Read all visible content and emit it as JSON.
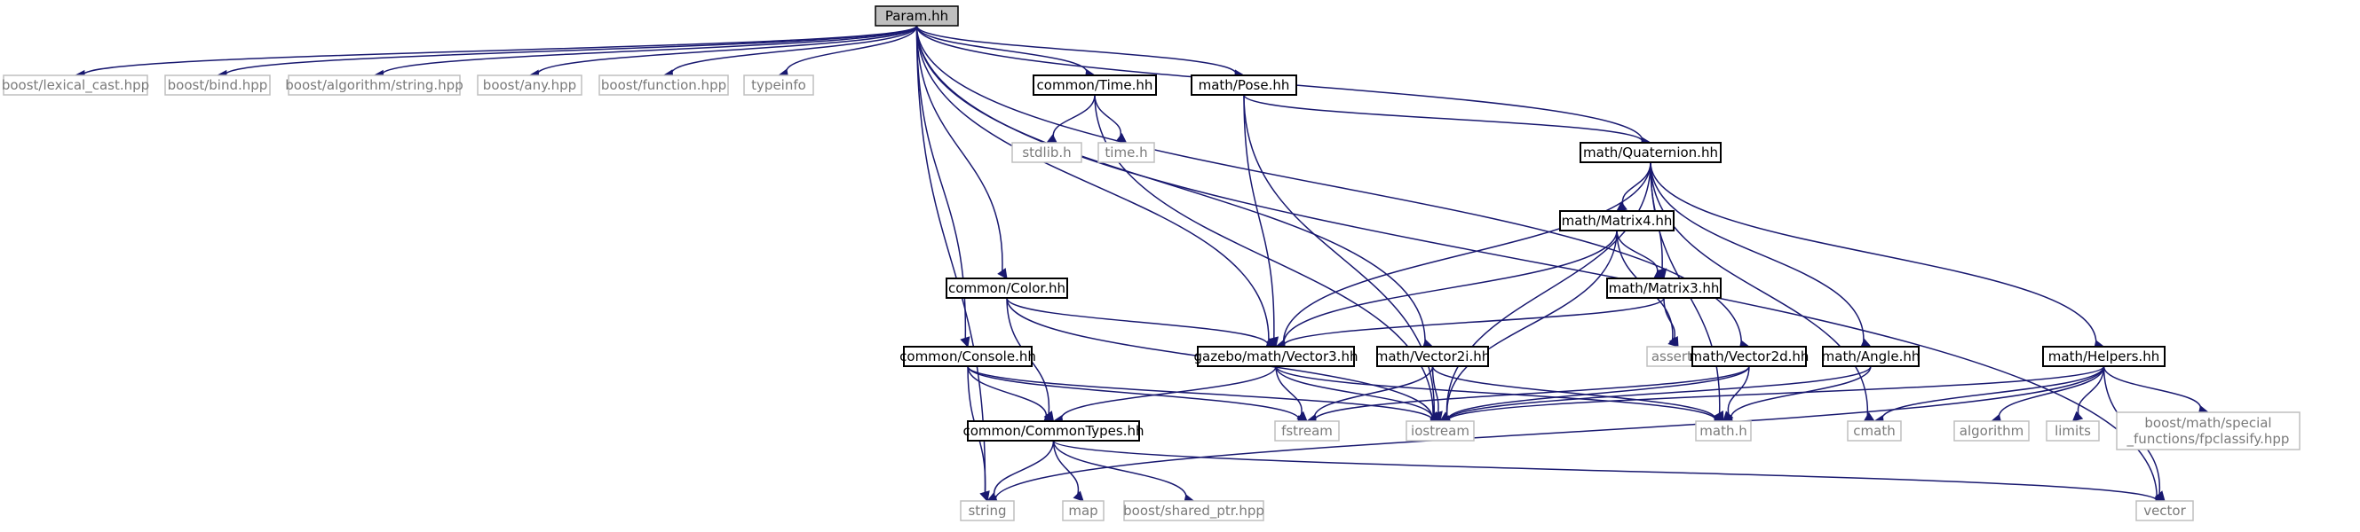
{
  "diagram": {
    "type": "include-dependency-graph",
    "colors": {
      "edge": "#191970",
      "root_fill": "#bfbfbf",
      "local_border": "#000000",
      "external_border": "#bfbfbf",
      "external_text": "#7a7a7a"
    },
    "nodes": [
      {
        "id": "param",
        "label": "Param.hh",
        "kind": "root"
      },
      {
        "id": "lexical_cast",
        "label": "boost/lexical_cast.hpp",
        "kind": "external"
      },
      {
        "id": "bind",
        "label": "boost/bind.hpp",
        "kind": "external"
      },
      {
        "id": "alg_string",
        "label": "boost/algorithm/string.hpp",
        "kind": "external"
      },
      {
        "id": "any",
        "label": "boost/any.hpp",
        "kind": "external"
      },
      {
        "id": "function",
        "label": "boost/function.hpp",
        "kind": "external"
      },
      {
        "id": "typeinfo",
        "label": "typeinfo",
        "kind": "external"
      },
      {
        "id": "time",
        "label": "common/Time.hh",
        "kind": "local"
      },
      {
        "id": "pose",
        "label": "math/Pose.hh",
        "kind": "local"
      },
      {
        "id": "stdlib",
        "label": "stdlib.h",
        "kind": "external"
      },
      {
        "id": "timeh",
        "label": "time.h",
        "kind": "external"
      },
      {
        "id": "quaternion",
        "label": "math/Quaternion.hh",
        "kind": "local"
      },
      {
        "id": "matrix4",
        "label": "math/Matrix4.hh",
        "kind": "local"
      },
      {
        "id": "matrix3",
        "label": "math/Matrix3.hh",
        "kind": "local"
      },
      {
        "id": "color",
        "label": "common/Color.hh",
        "kind": "local"
      },
      {
        "id": "assert",
        "label": "assert.h",
        "kind": "external"
      },
      {
        "id": "console",
        "label": "common/Console.hh",
        "kind": "local"
      },
      {
        "id": "vector3",
        "label": "gazebo/math/Vector3.hh",
        "kind": "local"
      },
      {
        "id": "vector2i",
        "label": "math/Vector2i.hh",
        "kind": "local"
      },
      {
        "id": "vector2d",
        "label": "math/Vector2d.hh",
        "kind": "local"
      },
      {
        "id": "angle",
        "label": "math/Angle.hh",
        "kind": "local"
      },
      {
        "id": "helpers",
        "label": "math/Helpers.hh",
        "kind": "local"
      },
      {
        "id": "commontypes",
        "label": "common/CommonTypes.hh",
        "kind": "local"
      },
      {
        "id": "fstream",
        "label": "fstream",
        "kind": "external"
      },
      {
        "id": "iostream",
        "label": "iostream",
        "kind": "external"
      },
      {
        "id": "mathh",
        "label": "math.h",
        "kind": "external"
      },
      {
        "id": "cmath",
        "label": "cmath",
        "kind": "external"
      },
      {
        "id": "algorithm",
        "label": "algorithm",
        "kind": "external"
      },
      {
        "id": "limits",
        "label": "limits",
        "kind": "external"
      },
      {
        "id": "fpclassify",
        "label": [
          "boost/math/special",
          "_functions/fpclassify.hpp"
        ],
        "kind": "external"
      },
      {
        "id": "string",
        "label": "string",
        "kind": "external"
      },
      {
        "id": "map",
        "label": "map",
        "kind": "external"
      },
      {
        "id": "shared_ptr",
        "label": "boost/shared_ptr.hpp",
        "kind": "external"
      },
      {
        "id": "vector",
        "label": "vector",
        "kind": "external"
      }
    ],
    "edges": [
      [
        "param",
        "lexical_cast"
      ],
      [
        "param",
        "bind"
      ],
      [
        "param",
        "alg_string"
      ],
      [
        "param",
        "any"
      ],
      [
        "param",
        "function"
      ],
      [
        "param",
        "typeinfo"
      ],
      [
        "param",
        "time"
      ],
      [
        "param",
        "pose"
      ],
      [
        "param",
        "quaternion"
      ],
      [
        "param",
        "vector2i"
      ],
      [
        "param",
        "vector2d"
      ],
      [
        "param",
        "vector"
      ],
      [
        "param",
        "color"
      ],
      [
        "param",
        "console"
      ],
      [
        "param",
        "vector3"
      ],
      [
        "param",
        "string"
      ],
      [
        "time",
        "stdlib"
      ],
      [
        "time",
        "timeh"
      ],
      [
        "time",
        "iostream"
      ],
      [
        "pose",
        "quaternion"
      ],
      [
        "pose",
        "vector3"
      ],
      [
        "pose",
        "iostream"
      ],
      [
        "quaternion",
        "matrix4"
      ],
      [
        "quaternion",
        "matrix3"
      ],
      [
        "quaternion",
        "vector3"
      ],
      [
        "quaternion",
        "iostream"
      ],
      [
        "quaternion",
        "angle"
      ],
      [
        "quaternion",
        "helpers"
      ],
      [
        "quaternion",
        "cmath"
      ],
      [
        "quaternion",
        "mathh"
      ],
      [
        "matrix4",
        "matrix3"
      ],
      [
        "matrix4",
        "vector3"
      ],
      [
        "matrix4",
        "assert"
      ],
      [
        "matrix4",
        "iostream"
      ],
      [
        "matrix3",
        "vector3"
      ],
      [
        "matrix3",
        "assert"
      ],
      [
        "color",
        "vector3"
      ],
      [
        "color",
        "commontypes"
      ],
      [
        "color",
        "iostream"
      ],
      [
        "console",
        "commontypes"
      ],
      [
        "console",
        "string"
      ],
      [
        "console",
        "fstream"
      ],
      [
        "console",
        "iostream"
      ],
      [
        "vector3",
        "commontypes"
      ],
      [
        "vector3",
        "fstream"
      ],
      [
        "vector3",
        "iostream"
      ],
      [
        "vector3",
        "mathh"
      ],
      [
        "vector2i",
        "fstream"
      ],
      [
        "vector2i",
        "iostream"
      ],
      [
        "vector2i",
        "mathh"
      ],
      [
        "vector2d",
        "mathh"
      ],
      [
        "vector2d",
        "iostream"
      ],
      [
        "vector2d",
        "fstream"
      ],
      [
        "angle",
        "mathh"
      ],
      [
        "angle",
        "iostream"
      ],
      [
        "helpers",
        "cmath"
      ],
      [
        "helpers",
        "algorithm"
      ],
      [
        "helpers",
        "limits"
      ],
      [
        "helpers",
        "fpclassify"
      ],
      [
        "helpers",
        "vector"
      ],
      [
        "helpers",
        "string"
      ],
      [
        "helpers",
        "iostream"
      ],
      [
        "commontypes",
        "string"
      ],
      [
        "commontypes",
        "map"
      ],
      [
        "commontypes",
        "shared_ptr"
      ],
      [
        "commontypes",
        "vector"
      ]
    ]
  }
}
